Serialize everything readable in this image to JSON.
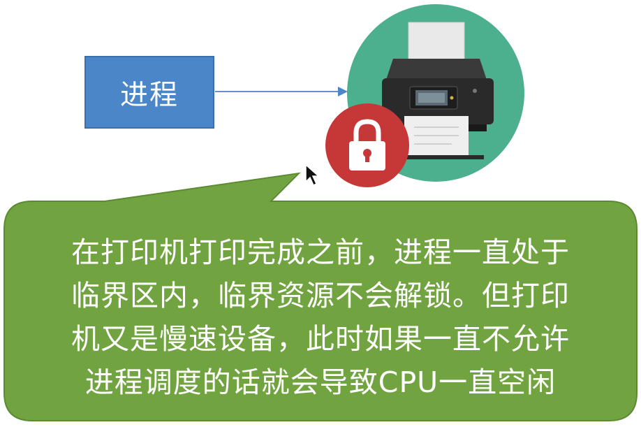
{
  "diagram": {
    "process_label": "进程",
    "callout_lines": [
      "在打印机打印完成之前，进程一直处于",
      "临界区内，临界资源不会解锁。但打印",
      "机又是慢速设备，此时如果一直不允许",
      "进程调度的话就会导致CPU一直空闲"
    ]
  },
  "icons": {
    "printer": "printer-icon",
    "lock": "lock-icon",
    "cursor": "mouse-cursor-icon"
  },
  "colors": {
    "process_box": "#4a86c8",
    "printer_circle": "#4caf8e",
    "lock_circle": "#c63838",
    "callout_fill": "#71a441",
    "arrow": "#6a8fc7"
  }
}
